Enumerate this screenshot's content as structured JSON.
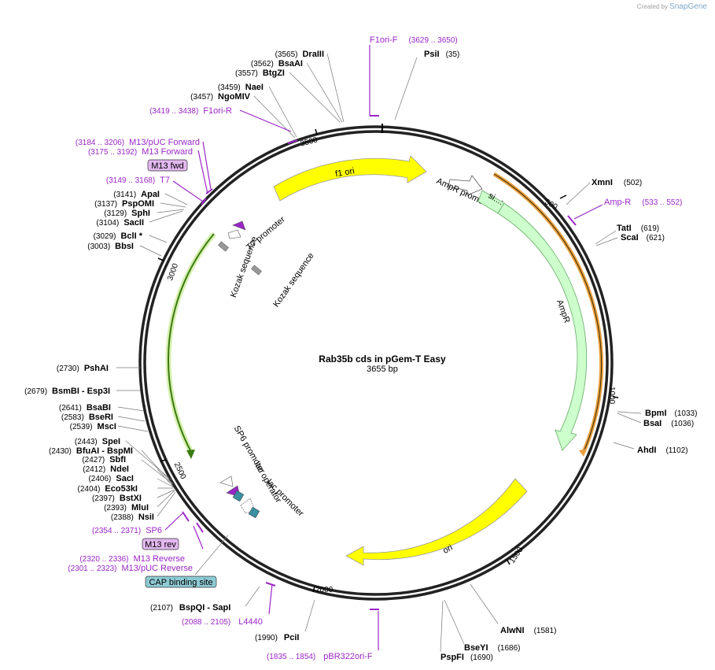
{
  "credit": {
    "text": "Created by",
    "brand": "SnapGene"
  },
  "plasmid": {
    "name": "Rab35b cds in pGem-T Easy",
    "size": "3655 bp"
  },
  "ticks": [
    "500",
    "1000",
    "1500",
    "2000",
    "2500",
    "3000",
    "3500"
  ],
  "sites": [
    {
      "name": "PsiI",
      "pos": "(35)"
    },
    {
      "name": "XmnI",
      "pos": "(502)"
    },
    {
      "name": "TatI",
      "pos": "(619)"
    },
    {
      "name": "ScaI",
      "pos": "(621)"
    },
    {
      "name": "BpmI",
      "pos": "(1033)"
    },
    {
      "name": "BsaI",
      "pos": "(1036)"
    },
    {
      "name": "AhdI",
      "pos": "(1102)"
    },
    {
      "name": "AlwNI",
      "pos": "(1581)"
    },
    {
      "name": "BseYI",
      "pos": "(1686)"
    },
    {
      "name": "PspFI",
      "pos": "(1690)"
    },
    {
      "name": "PciI",
      "pos": "(1990)"
    },
    {
      "name": "BspQI   - SapI",
      "pos": "(2107)"
    },
    {
      "name": "NsiI",
      "pos": "(2388)"
    },
    {
      "name": "MluI",
      "pos": "(2393)"
    },
    {
      "name": "BstXI",
      "pos": "(2397)"
    },
    {
      "name": "Eco53kI",
      "pos": "(2404)"
    },
    {
      "name": "SacI",
      "pos": "(2406)"
    },
    {
      "name": "NdeI",
      "pos": "(2412)"
    },
    {
      "name": "SbfI",
      "pos": "(2427)"
    },
    {
      "name": "BfuAI   - BspMI",
      "pos": "(2430)"
    },
    {
      "name": "SpeI",
      "pos": "(2443)"
    },
    {
      "name": "MscI",
      "pos": "(2539)"
    },
    {
      "name": "BseRI",
      "pos": "(2583)"
    },
    {
      "name": "BsaBI",
      "pos": "(2641)"
    },
    {
      "name": "BsmBI   - Esp3I",
      "pos": "(2679)"
    },
    {
      "name": "PshAI",
      "pos": "(2730)"
    },
    {
      "name": "BbsI",
      "pos": "(3003)"
    },
    {
      "name": "BclI *",
      "pos": "(3029)"
    },
    {
      "name": "SacII",
      "pos": "(3104)"
    },
    {
      "name": "SphI",
      "pos": "(3129)"
    },
    {
      "name": "PspOMI",
      "pos": "(3137)"
    },
    {
      "name": "ApaI",
      "pos": "(3141)"
    },
    {
      "name": "NgoMIV",
      "pos": "(3457)"
    },
    {
      "name": "NaeI",
      "pos": "(3459)"
    },
    {
      "name": "BtgZI",
      "pos": "(3557)"
    },
    {
      "name": "BsaAI",
      "pos": "(3562)"
    },
    {
      "name": "DraIII",
      "pos": "(3565)"
    }
  ],
  "primers": [
    {
      "name": "F1ori-F",
      "range": "(3629 .. 3650)"
    },
    {
      "name": "Amp-R",
      "range": "(533 .. 552)"
    },
    {
      "name": "pBR322ori-F",
      "range": "(1835 .. 1854)"
    },
    {
      "name": "L4440",
      "range": "(2088 .. 2105)"
    },
    {
      "name": "M13/pUC Reverse",
      "range": "(2301 .. 2323)"
    },
    {
      "name": "M13 Reverse",
      "range": "(2320 .. 2336)"
    },
    {
      "name": "SP6",
      "range": "(2354 .. 2371)"
    },
    {
      "name": "T7",
      "range": "(3149 .. 3168)"
    },
    {
      "name": "M13 Forward",
      "range": "(3175 .. 3192)"
    },
    {
      "name": "M13/pUC Forward",
      "range": "(3184 .. 3206)"
    },
    {
      "name": "F1ori-R",
      "range": "(3419 .. 3438)"
    }
  ],
  "boxes": [
    "M13 fwd",
    "M13 rev",
    "CAP binding site"
  ],
  "features": [
    "f1 ori",
    "AmpR promoter",
    "AmpR",
    "ori",
    "si...:",
    "T7 promoter",
    "Kozak sequence",
    "Kozak sequence",
    "SP6 promoter",
    "lac operator",
    "lac promoter"
  ],
  "colors": {
    "yellow": "#ffff00",
    "ampr": "#ccffcc",
    "orange": "#e8a040",
    "green": "#6aa830",
    "purple": "#9b26c7",
    "teal": "#3a8fa0",
    "box_purple": "#e3b8f0",
    "box_teal": "#8ecbd4"
  }
}
